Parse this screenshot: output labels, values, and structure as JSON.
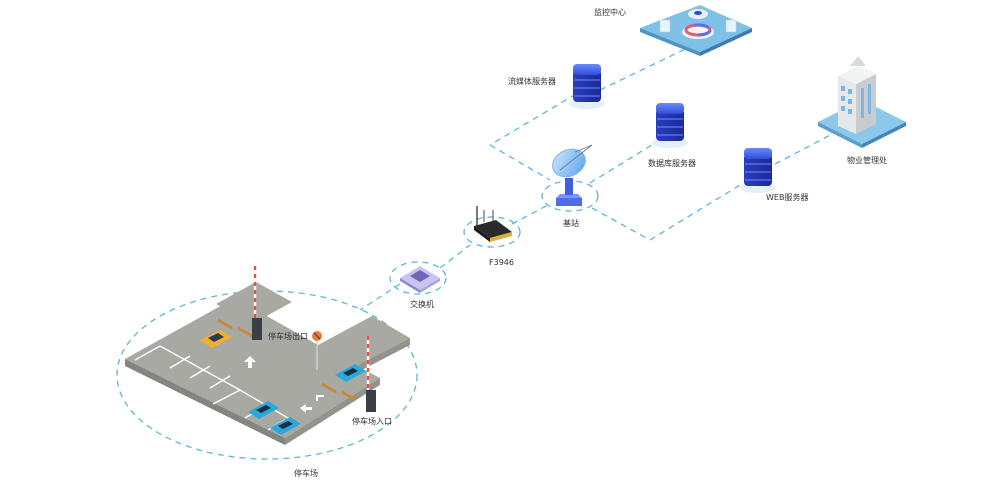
{
  "diagram": {
    "title": "停车场网络拓扑",
    "colors": {
      "link": "#5fb6d6",
      "server": "#2a44c8",
      "server_light": "#5a78f0",
      "ground": "#a9a9a4",
      "platform": "#7fc0e6",
      "car_blue": "#2aa8dd",
      "car_yellow": "#f2b02c"
    },
    "nodes": {
      "monitor_center": {
        "label": "监控中心",
        "icon": "monitoring-center-icon"
      },
      "streaming_server": {
        "label": "流媒体服务器",
        "icon": "server-icon"
      },
      "db_server": {
        "label": "数据库服务器",
        "icon": "server-icon"
      },
      "web_server": {
        "label": "WEB服务器",
        "icon": "server-icon"
      },
      "property_office": {
        "label": "物业管理处",
        "icon": "office-building-icon"
      },
      "base_station": {
        "label": "基站",
        "icon": "satellite-dish-icon"
      },
      "router": {
        "label": "F3946",
        "icon": "router-icon"
      },
      "switch": {
        "label": "交换机",
        "icon": "network-switch-icon"
      },
      "parking_lot": {
        "label": "停车场",
        "icon": "parking-lot-icon"
      },
      "exit_gate": {
        "label": "停车场出口",
        "icon": "barrier-gate-icon"
      },
      "entrance_gate": {
        "label": "停车场入口",
        "icon": "barrier-gate-icon"
      }
    },
    "links": [
      [
        "switch",
        "parking_lot"
      ],
      [
        "switch",
        "router"
      ],
      [
        "router",
        "base_station"
      ],
      [
        "base_station",
        "streaming_server"
      ],
      [
        "streaming_server",
        "monitor_center"
      ],
      [
        "base_station",
        "db_server"
      ],
      [
        "base_station",
        "web_server"
      ],
      [
        "web_server",
        "property_office"
      ]
    ]
  }
}
